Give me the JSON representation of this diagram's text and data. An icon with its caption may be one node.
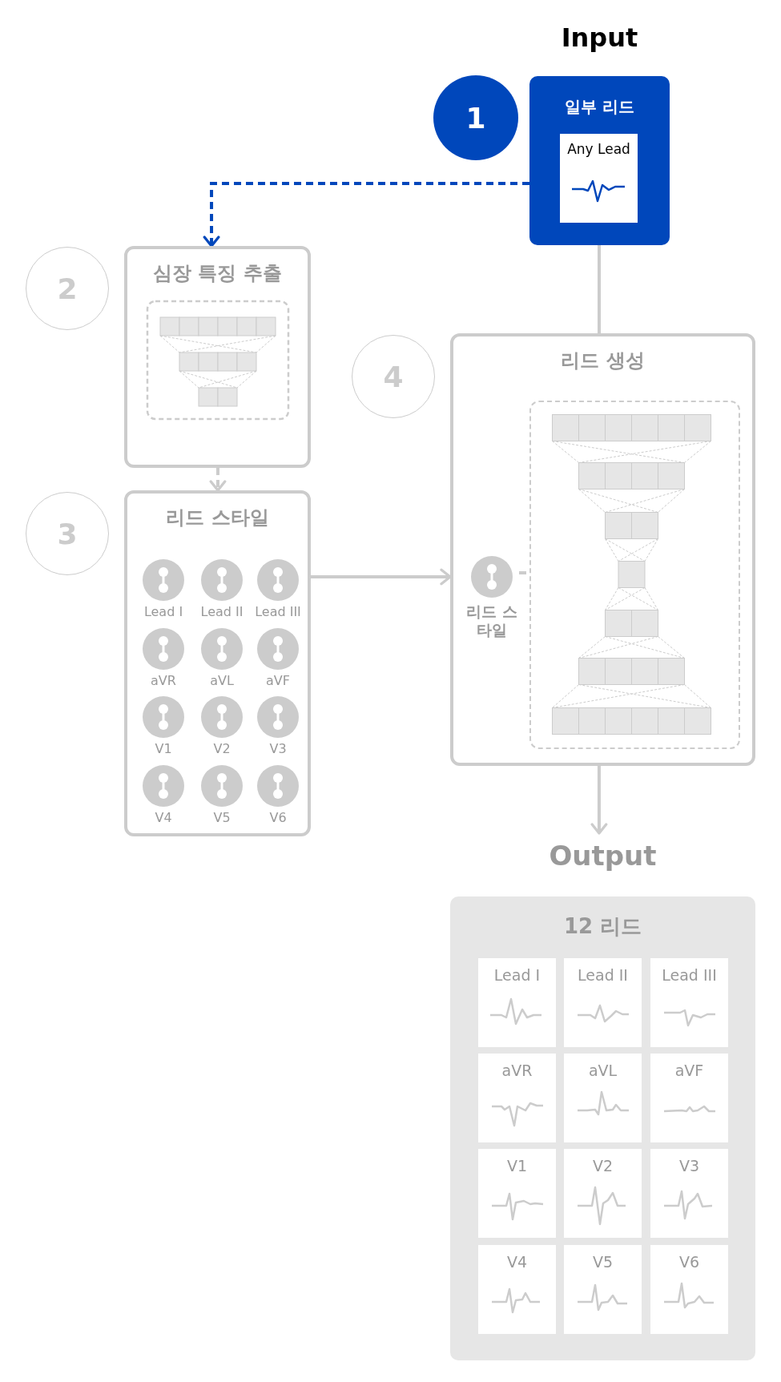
{
  "diagram": {
    "nodes": [
      {
        "text": [
          "Input",
          "일부 리드"
        ]
      },
      {
        "text": [
          "Any Lead"
        ],
        "in": 0
      },
      {
        "text": [
          "1"
        ]
      },
      {
        "text": [
          "2"
        ]
      },
      {
        "text": [
          "심장 특징 추출"
        ]
      },
      {
        "text": [
          "3"
        ]
      },
      {
        "text": [
          "리드 스타일"
        ]
      },
      {
        "text": [
          "Lead I"
        ],
        "in": 6
      },
      {
        "text": [
          "Lead II"
        ],
        "in": 6
      },
      {
        "text": [
          "Lead III"
        ],
        "in": 6
      },
      {
        "text": [
          "aVR"
        ],
        "in": 6
      },
      {
        "text": [
          "aVL"
        ],
        "in": 6
      },
      {
        "text": [
          "aVF"
        ],
        "in": 6
      },
      {
        "text": [
          "V1"
        ],
        "in": 6
      },
      {
        "text": [
          "V2"
        ],
        "in": 6
      },
      {
        "text": [
          "V3"
        ],
        "in": 6
      },
      {
        "text": [
          "V4"
        ],
        "in": 6
      },
      {
        "text": [
          "V5"
        ],
        "in": 6
      },
      {
        "text": [
          "V6"
        ],
        "in": 6
      },
      {
        "text": [
          "4"
        ]
      },
      {
        "text": [
          "리드 생성"
        ]
      },
      {
        "text": [
          "리드 스타일"
        ],
        "in": 20
      },
      {
        "text": [],
        "shape": "box",
        "in": 20
      },
      {
        "text": [
          "Output",
          "12 리드"
        ]
      },
      {
        "text": [
          "Lead I"
        ],
        "in": 23
      },
      {
        "text": [
          "Lead II"
        ],
        "in": 23
      },
      {
        "text": [
          "Lead III"
        ],
        "in": 23
      },
      {
        "text": [
          "aVR"
        ],
        "in": 23
      },
      {
        "text": [
          "aVL"
        ],
        "in": 23
      },
      {
        "text": [
          "aVF"
        ],
        "in": 23
      },
      {
        "text": [
          "V1"
        ],
        "in": 23
      },
      {
        "text": [
          "V2"
        ],
        "in": 23
      },
      {
        "text": [
          "V3"
        ],
        "in": 23
      },
      {
        "text": [
          "V4"
        ],
        "in": 23
      },
      {
        "text": [
          "V5"
        ],
        "in": 23
      },
      {
        "text": [
          "V6"
        ],
        "in": 23
      }
    ],
    "edges": [
      {
        "from": 0,
        "to": 4,
        "arrow": "to",
        "style": "dashed",
        "color": "#0047bb"
      },
      {
        "from": 0,
        "to": 20,
        "arrow": "none"
      },
      {
        "from": 4,
        "to": 6,
        "arrow": "to",
        "style": "dashed"
      },
      {
        "from": 6,
        "to": 20,
        "arrow": "to"
      },
      {
        "from": 21,
        "to": 22,
        "arrow": "none"
      },
      {
        "from": 20,
        "to": 23,
        "arrow": "to"
      }
    ]
  }
}
